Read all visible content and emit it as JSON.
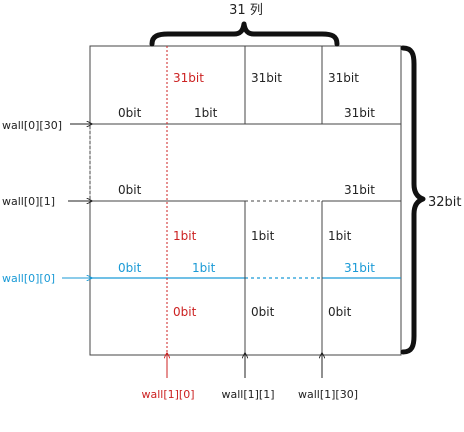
{
  "colors": {
    "black": "#222222",
    "red": "#cc2222",
    "blue": "#1a9ad6",
    "grid": "#444444",
    "faint": "#bbbbbb"
  },
  "title": {
    "columns": "31 列"
  },
  "side": {
    "rows": "32bit"
  },
  "row_labels": {
    "w30": "wall[0][30]",
    "w1": "wall[0][1]",
    "w0": "wall[0][0]"
  },
  "col_labels": {
    "c0": "wall[1][0]",
    "c1": "wall[1][1]",
    "c30": "wall[1][30]"
  },
  "cells": {
    "r0_c1": "31bit",
    "r0_c2": "31bit",
    "r0_c3": "31bit",
    "w30_0": "0bit",
    "w30_1": "1bit",
    "w30_31": "31bit",
    "w1_0": "0bit",
    "w1_31": "31bit",
    "r2_c1": "1bit",
    "r2_c2": "1bit",
    "r2_c3": "1bit",
    "w0_0": "0bit",
    "w0_1": "1bit",
    "w0_31": "31bit",
    "r3_c1": "0bit",
    "r3_c2": "0bit",
    "r3_c3": "0bit"
  }
}
